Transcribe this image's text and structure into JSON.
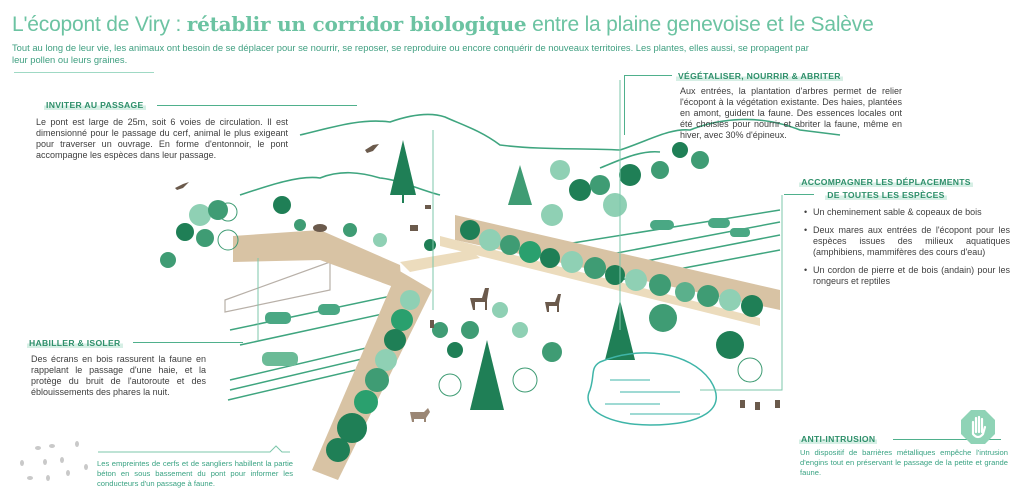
{
  "header": {
    "title_light_1": "L'écopont de Viry : ",
    "title_bold": "rétablir un corridor biologique",
    "title_light_2": " entre la plaine genevoise et le Salève",
    "intro": "Tout au long de leur vie, les animaux ont besoin de se déplacer pour se nourrir, se reposer, se reproduire ou encore conquérir de nouveaux territoires. Les plantes, elles aussi, se propagent par leur pollen ou leurs graines."
  },
  "sections": {
    "inviter": {
      "heading": "INVITER AU PASSAGE",
      "text": "Le pont est large de 25m, soit 6 voies de circulation. Il est dimensionné pour le passage du cerf, animal le plus exigeant  pour traverser un ouvrage. En forme d'entonnoir, le pont accompagne les espèces dans leur passage."
    },
    "vegetaliser": {
      "heading": "VÉGÉTALISER, NOURRIR & ABRITER",
      "text": "Aux entrées, la plantation d'arbres permet de relier l'écopont à la végétation existante. Des haies, plantées en amont, guident la faune. Des essences locales ont été choisies pour nourrir et abriter la faune, même en hiver, avec 30% d'épineux."
    },
    "accompagner": {
      "heading_line1": "ACCOMPAGNER LES DÉPLACEMENTS",
      "heading_line2": "DE TOUTES LES ESPÈCES",
      "bullets": [
        "Un cheminement sable & copeaux de bois",
        "Deux mares aux entrées de l'écopont pour les espèces issues des milieux aquatiques (amphibiens, mammifères des cours d'eau)",
        "Un cordon de pierre et de bois (andain) pour les rongeurs et reptiles"
      ]
    },
    "habiller": {
      "heading": "HABILLER & ISOLER",
      "text": "Des écrans en bois rassurent la faune en rappelant le passage d'une haie, et la protège du bruit de l'autoroute et des éblouissements des phares la nuit."
    },
    "empreintes": {
      "text": "Les empreintes de cerfs et de sangliers habillent la partie béton en sous bassement du pont pour informer les conducteurs d'un passage à faune."
    },
    "anti_intrusion": {
      "heading": "ANTI-INTRUSION",
      "text": "Un dispositif de barrières métalliques empêche l'intrusion d'engins tout en préservant le passage de la petite et grande faune.",
      "icon": "stop-hand-icon"
    }
  },
  "colors": {
    "title": "#6cc3a2",
    "heading": "#2e8f6a",
    "accent_line": "#4fb08c",
    "dark_tree": "#1f7f56",
    "mid_tree": "#3f9c74",
    "light_tree": "#8fd0b4",
    "wood": "#d8c3a4",
    "animal": "#6b5a4c",
    "water": "#3fb5a8"
  }
}
